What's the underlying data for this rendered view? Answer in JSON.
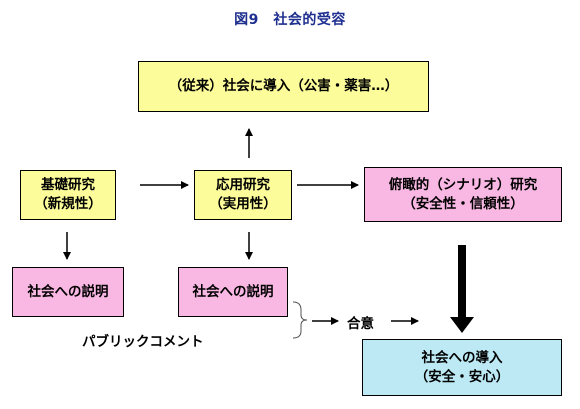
{
  "title": "図9　社会的受容",
  "boxes": {
    "conventional": "（従来）社会に導入（公害・薬害…）",
    "basic_line1": "基礎研究",
    "basic_line2": "（新規性）",
    "applied_line1": "応用研究",
    "applied_line2": "（実用性）",
    "overview_line1": "俯瞰的（シナリオ）研究",
    "overview_line2": "（安全性・信頼性）",
    "explain_basic": "社会への説明",
    "explain_applied": "社会への説明",
    "introduce_line1": "社会への導入",
    "introduce_line2": "（安全・安心）"
  },
  "labels": {
    "consensus": "合意",
    "public_comment": "パブリックコメント"
  },
  "colors": {
    "title": "#1f2f8f",
    "yellow_box": "#fcfc9a",
    "pink_box": "#f9b8e3",
    "blue_box": "#bde9f5"
  }
}
